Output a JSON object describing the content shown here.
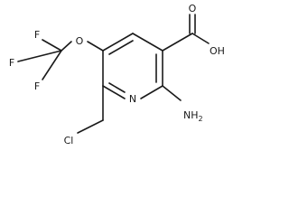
{
  "molecule": {
    "atoms": {
      "fluorine_1": "F",
      "fluorine_2": "F",
      "fluorine_3": "F",
      "ether_oxygen": "O",
      "carboxyl_o": "O",
      "hydroxyl": "OH",
      "ring_nitrogen": "N",
      "amino_n": "NH",
      "amino_h_count": "2",
      "chlorine": "Cl"
    }
  }
}
